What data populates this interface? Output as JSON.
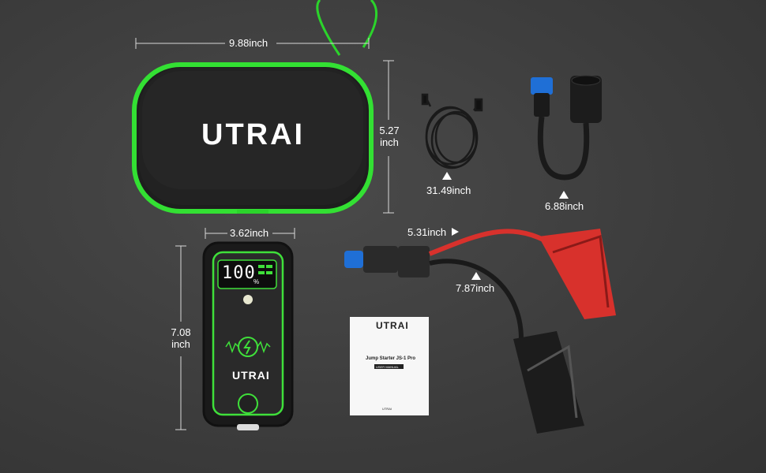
{
  "brand": "UTRAI",
  "case": {
    "width_label": "9.88inch",
    "height_label": "5.27\ninch"
  },
  "cable_usb": {
    "length_label": "31.49inch"
  },
  "adapter": {
    "length_label": "6.88inch"
  },
  "clamps": {
    "red_label": "5.31inch",
    "black_label": "7.87inch"
  },
  "jump_starter": {
    "width_label": "3.62inch",
    "height_label": "7.08\ninch",
    "display_value": "100",
    "display_unit": "%"
  },
  "manual": {
    "brand": "UTRAI",
    "title": "Jump Starter JS-1 Pro",
    "subtitle": "USER MANUAL",
    "footer": "UTRAI"
  },
  "colors": {
    "background": "#3d3d3d",
    "accent_green": "#3fe03a",
    "clamp_red": "#d8312c",
    "clamp_black": "#1c1c1c"
  }
}
